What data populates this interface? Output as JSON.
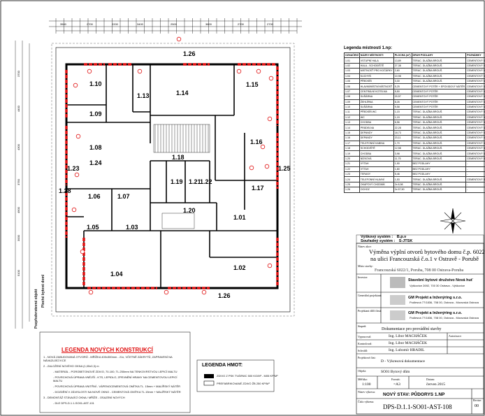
{
  "plan": {
    "room_labels": [
      "1.26",
      "1.10",
      "1.13",
      "1.14",
      "1.15",
      "1.09",
      "1.08",
      "1.24",
      "1.18",
      "1.16",
      "1.25",
      "1.19",
      "1.21",
      "1.22",
      "1.17",
      "1.06",
      "1.07",
      "1.20",
      "1.01",
      "1.05",
      "1.03",
      "1.04",
      "1.02",
      "1.26",
      "1.28",
      "1.23"
    ],
    "dims_top": [
      "3500",
      "2700",
      "2200",
      "3400",
      "2500",
      "3800",
      "2700",
      "2700"
    ],
    "dims_left": [
      "3700",
      "4400",
      "4300",
      "3750",
      "4900",
      "3000",
      "5100"
    ],
    "side_label_left": "Pozpředvrstevné objekt",
    "side_label_left2": "Ploché bytové doml"
  },
  "legend_rooms": {
    "title": "Legenda místností 1.np:",
    "headers": [
      "OZNAČENÍ",
      "NÁZEV MÍSTNOSTI",
      "PLOCHA (m²)",
      "DRUH PODLAHY",
      "POZNÁMKY"
    ],
    "rows": [
      [
        "1.01",
        "VSTUPNÍ HALA",
        "13,89",
        "TERAC. DLAŽBA BROUŠ.",
        "CEMENTOVÝ SOKLÍK"
      ],
      [
        "1.02",
        "HALA - SCHODIŠTĚ",
        "27,38",
        "TERAC. DLAŽBA BROUŠ.",
        "CEMENTOVÝ SOKLÍK"
      ],
      [
        "1.03",
        "MISTNOSŤ PRO KOČÁRKY",
        "2,60",
        "TERAC. DLAŽBA BROUŠ.",
        "CEMENTOVÝ SOKLÍK"
      ],
      [
        "1.04",
        "KUCHYŇ",
        "10,98",
        "TERAC. DLAŽBA BROUŠ.",
        "CEMENTOVÝ SOKLÍK"
      ],
      [
        "1.05",
        "PŘEDSÍŇ",
        "3,30",
        "TERAC. DLAŽBA BROUŠ.",
        "CEMENTOVÝ SOKLÍK"
      ],
      [
        "1.06",
        "HLAVNÍ/MÍSTNÍ MÍSTNOSŤ",
        "5,25",
        "CEMENTOVÝ POTĚR + EPOXIDOVÝ NÁTĚR",
        "CEMENTOVÝ SOKLÍK"
      ],
      [
        "1.07",
        "CENTRÁLNÍ KOTELNA",
        "5,50",
        "CEMENTOVÝ POTĚR",
        "CEMENTOVÝ SOKLÍK"
      ],
      [
        "1.08",
        "SUŠÁRNA",
        "20,57",
        "CEMENTOVÝ POTĚR",
        "CEMENTOVÝ SOKLÍK"
      ],
      [
        "1.09",
        "ŽEHLÍRNA",
        "8,26",
        "CEMENTOVÝ POTĚR",
        "CEMENTOVÝ SOKLÍK"
      ],
      [
        "1.10",
        "SUŠÁRNA",
        "9,58",
        "CEMENTOVÝ POTĚR",
        "CEMENTOVÝ SOKLÍK"
      ],
      [
        "1.11",
        "PŘEDSÍŇ WC",
        "1,15",
        "TERAC. DLAŽBA BROUŠ.",
        "CEMENTOVÝ SOKLÍK 1500mm"
      ],
      [
        "1.12",
        "WC",
        "1,15",
        "TERAC. DLAŽBA BROUŠ.",
        "CEMENTOVÝ SOKLÍK 1500mm"
      ],
      [
        "1.13",
        "CHODBA",
        "6,56",
        "TERAC. DLAŽBA BROUŠ.",
        "CEMENTOVÝ SOKLÍK 1500mm"
      ],
      [
        "1.14",
        "PRÁDELNA",
        "22,28",
        "TERAC. DLAŽBA BROUŠ.",
        "CEMENTOVÝ SOKLÍK 1500mm"
      ],
      [
        "1.15",
        "DEPANDY",
        "18,73",
        "TERAC. DLAŽBA BROUŠ.",
        "CEMENTOVÝ SOKLÍK 1500mm"
      ],
      [
        "1.16",
        "DEPANDY",
        "23,11",
        "TERAC. DLAŽBA BROUŠ.",
        "CEMENTOVÝ SOKLÍK"
      ],
      [
        "1.17",
        "TELEFONNÍ KABINA",
        "1,70",
        "TERAC. DLAŽBA BROUŠ.",
        "CEMENTOVÝ SOKLÍK"
      ],
      [
        "1.18",
        "SCHODIŠTĚ",
        "12,58",
        "TERAC. DLAŽBA BROUŠ.",
        "CEMENTOVÝ SOKLÍK"
      ],
      [
        "1.19",
        "CHODBA",
        "3,98",
        "TERAC. DLAŽBA BROUŠ.",
        "CEMENTOVÝ SOKLÍK"
      ],
      [
        "1.20",
        "NÍZKOVÁ",
        "11,75",
        "TERAC. DLAŽBA BROUŠ.",
        "CEMENTOVÝ SOKLÍK"
      ],
      [
        "1.21",
        "VÝTAH",
        "1,90",
        "BEZ PODLAHY",
        "-"
      ],
      [
        "1.22",
        "VÝTAH",
        "1,80",
        "BEZ PODLAHY",
        "-"
      ],
      [
        "1.23",
        "TERASY",
        "5,46",
        "BEZ PODLAHY",
        "-"
      ],
      [
        "1.24",
        "TELEFONNÍ HLAVNÍ",
        "1,53",
        "TERAC. DLAŽBA BROUŠ.",
        "CEMENTOVÝ SOKLÍK"
      ],
      [
        "1.25",
        "OKAPOVÝ CHODNÍK",
        "2x 8,98",
        "TERAC. DLAŽBA BROUŠ.",
        "-"
      ],
      [
        "1.26",
        "OCHOZ",
        "2x 57,90",
        "TERAC. DLAŽBA BROUŠ.",
        "-"
      ]
    ]
  },
  "coords": {
    "label1": "Výškový systém :",
    "value1": "B.p.v",
    "label2": "Souřadný systém :",
    "value2": "S-JTSK"
  },
  "title_block": {
    "akce_label": "Název akce:",
    "akce_line1": "Výměna výplní otvorů bytového domu č.p. 6022",
    "akce_line2": "na ulici Francouzská č.o.1 v Ostravě - Porubě",
    "misto_label": "Místo stavby:",
    "misto": "Francouzská 6022/1, Poruba, 708 00 Ostrava-Poruba",
    "investor_label": "Investor:",
    "investor_name": "Stavební bytové družstvo Nová huť",
    "investor_addr": "Výškovice 2692, 700 30 Ostrava - Výškovice",
    "gen_label": "Generální projektant:",
    "gen_name": "GM Projekt a Inženýring s.r.o.",
    "gen_addr": "Podlesná 77/1836, 708 00, Ostrava - Moravská Ostrava",
    "part_label": "Projektant dílčí části:",
    "part_name": "GM Projekt a Inženýring s.r.o.",
    "part_addr": "Podlesná 77/1836, 708 00, Ostrava - Moravská Ostrava",
    "stupen_label": "Stupeň:",
    "stupen": "Dokumentace pro provádění stavby",
    "autorizace_label": "Autorizace:",
    "vypracoval_label": "Vypracoval:",
    "vypracoval": "Ing. Libor MACHÁČEK",
    "kontroloval_label": "Kontroloval:",
    "kontroloval": "Ing. Libor MACHÁČEK",
    "schvalil_label": "Schválil:",
    "schvalil": "Ing. Lubomír HRADIL",
    "cast_label": "Projektová část:",
    "cast": "D - Výkresová dokumentace",
    "objekt_label": "Objekt:",
    "objekt": "SO01 Bytový dům",
    "meritko_label": "Měřítko:",
    "meritko": "1:100",
    "format_label": "Formát:",
    "format": "=A3",
    "datum_label": "Datum:",
    "datum": "červen 2015",
    "nazev_label": "Název výkresu:",
    "nazev": "NOVÝ STAV: PŮDORYS 1.NP",
    "cislo_label": "Číslo výkresu:",
    "cislo": "DPS-D.1.1-SO01-AST-108",
    "revize_label": "Revize:",
    "revize": "00"
  },
  "legend_new": {
    "title": "LEGENDA NOVÝCH KONSTRUKCÍ",
    "items": [
      "1 - NOVÁ ZABUDOVANÁ OTVORŮ - MŘÍŽKA 400x300mm - 21x, VČETNĚ ZÁKRYTŮ, ZAPRAVENÍ NA NÁVAZUJÍCÍ KCE",
      "2 - ZALOŽENÍ NOVÉHO OKNA (1,05x0,3) m",
      "- MATERIÁL - POROBETONOVÉ ZDIVO, 70-100, TL.250mm NA TENKOVRSTVOU LEPICÍ MALTU",
      "- POVRCHOVÁ ÚPRAVA VNĚJŠÍ - KTS, LEPIDLO, ZPEVNĚNÍ HRANY NA CEMENTOVOU LEPICÍ MALTU",
      "- POVRCHOVÁ ÚPRAVA VNITŘNÍ - VÁPENOCEMENTOVÁ OMÍTKA TL. 15mm + MALÍŘSKÝ NÁTĚR",
      "- DOZDĚNÍ V ZÁVISLOSTI NA NOVÉ OKNO - CEMENTOVÁ OMÍTKA TL.15mm + MALÍŘSKÝ NÁTĚR",
      "3 - DEMONTÁŽ STÁVAJÍCÍ OKNA / MŘÍŽE - OSAZENÍ NOVÝCH",
      "- DLE DPS-D.1.1-SO01-AST-101"
    ]
  },
  "legend_thermal": {
    "title": "LEGENDA HMOT:",
    "item1": "ZDIVO Z PSK TVÁRNIC 500 KG/M³ - M05 KP/M³",
    "item2": "PREFABRIKOVANÉ ZDIVO ŽB 250 KP/M³"
  },
  "colors": {
    "red": "#e01010",
    "wall": "#000000",
    "hatch": "#555555"
  }
}
